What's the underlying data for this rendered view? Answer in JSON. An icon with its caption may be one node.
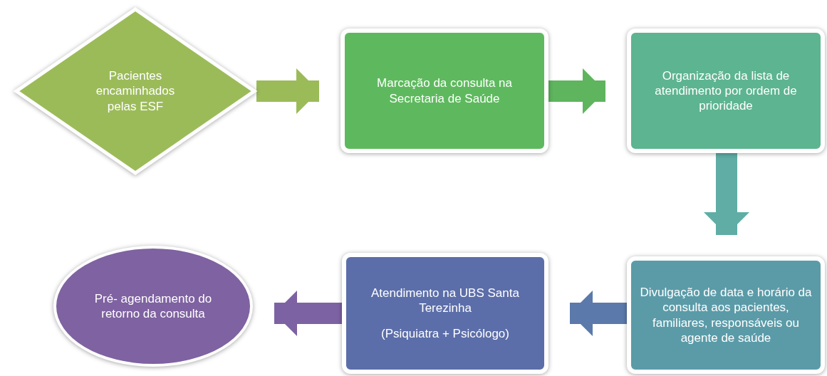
{
  "diagram": {
    "nodes": [
      {
        "text": [
          "Pacientes encaminhados pelas ESF"
        ]
      },
      {
        "text": [
          "Marcação da consulta na Secretaria de Saúde"
        ]
      },
      {
        "text": [
          "Organização da lista de atendimento por ordem de prioridade"
        ]
      },
      {
        "text": [
          "Divulgação de data e horário da consulta aos pacientes, familiares, responsáveis ou agente de saúde"
        ]
      },
      {
        "text": [
          "Atendimento na UBS Santa Terezinha",
          "(Psiquiatra + Psicólogo)"
        ]
      },
      {
        "text": [
          "Pré- agendamento do retorno da consulta"
        ]
      }
    ],
    "edges": [
      {
        "from": 0,
        "to": 1,
        "arrow": "to",
        "color": "#9bbb59"
      },
      {
        "from": 1,
        "to": 2,
        "arrow": "to",
        "color": "#5eb55e"
      },
      {
        "from": 2,
        "to": 3,
        "arrow": "to",
        "color": "#5fada5"
      },
      {
        "from": 3,
        "to": 4,
        "arrow": "to",
        "color": "#5b79aa"
      },
      {
        "from": 4,
        "to": 5,
        "arrow": "to",
        "color": "#7d62a3"
      }
    ]
  }
}
